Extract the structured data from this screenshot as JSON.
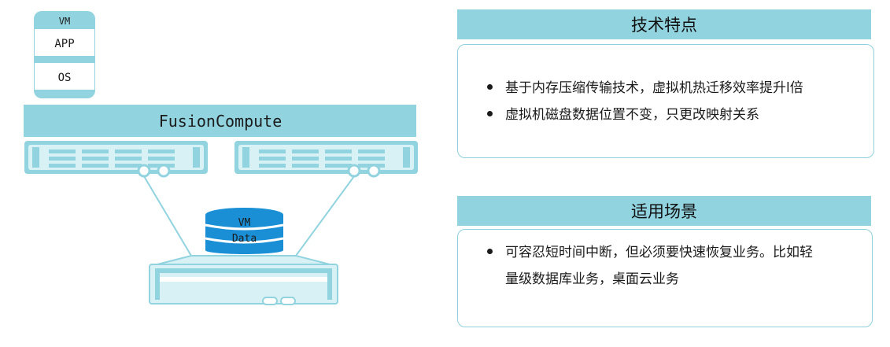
{
  "diagram": {
    "vm_label": "VM",
    "app_label": "APP",
    "os_label": "OS",
    "fusioncompute_label": "FusionCompute",
    "datastore_label_1": "VM",
    "datastore_label_2": "Data"
  },
  "features": {
    "title": "技术特点",
    "items": [
      "基于内存压缩传输技术，虚拟机热迁移效率提升l倍",
      "虚拟机磁盘数据位置不变，只更改映射关系"
    ]
  },
  "scenarios": {
    "title": "适用场景",
    "items_line1": "可容忍短时间中断，但必须要快速恢复业务。比如轻",
    "items_line2": "量级数据库业务，桌面云业务"
  },
  "colors": {
    "accent": "#91d3df",
    "accent_border": "#8fd0dc",
    "server_face": "#d8f1f5",
    "disk_blue": "#1a8fd6"
  }
}
